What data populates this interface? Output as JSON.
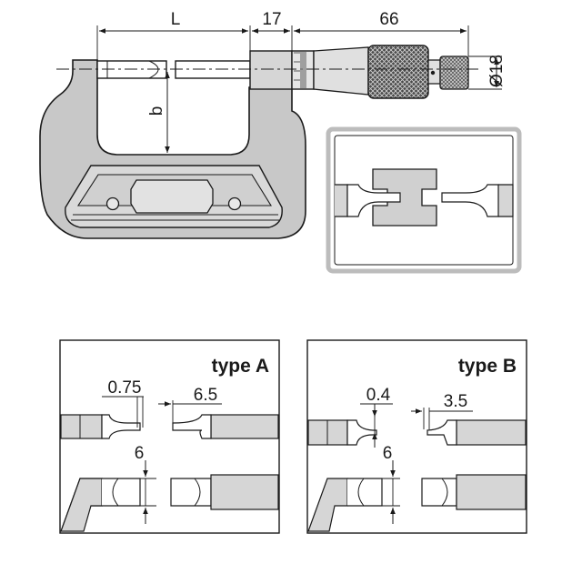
{
  "top_view": {
    "dim_L": "L",
    "dim_17": "17",
    "dim_66": "66",
    "dim_b": "b",
    "dim_d18": "Ø18"
  },
  "type_a": {
    "title": "type A",
    "dim_075": "0.75",
    "dim_65": "6.5",
    "dim_6": "6"
  },
  "type_b": {
    "title": "type B",
    "dim_04": "0.4",
    "dim_35": "3.5",
    "dim_6": "6"
  },
  "colors": {
    "body_fill": "#c8c8c8",
    "panel_fill": "#d9d9d9",
    "stroke": "#1a1a1a",
    "inset_frame": "#bcbcbc"
  }
}
